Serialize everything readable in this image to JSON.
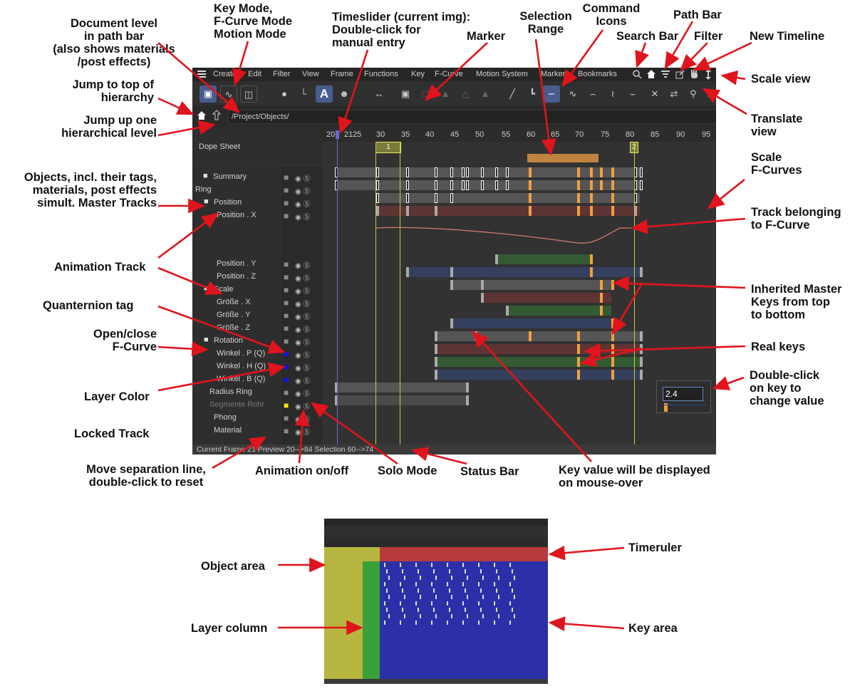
{
  "annotations": {
    "document_level": "Document level\nin path bar\n(also shows materials\n/post effects)",
    "key_mode": "Key Mode,\nF-Curve Mode\nMotion Mode",
    "timeslider": "Timeslider (current img):\nDouble-click for\nmanual entry",
    "marker": "Marker",
    "selection_range": "Selection\nRange",
    "command_icons": "Command\nIcons",
    "path_bar": "Path Bar",
    "search_bar": "Search Bar",
    "filter": "Filter",
    "new_timeline": "New Timeline",
    "scale_view": "Scale view",
    "translate_view": "Translate\nview",
    "scale_fcurves": "Scale\nF-Curves",
    "track_fcurve": "Track belonging\nto F-Curve",
    "inherited_master": "Inherited Master\nKeys from top\nto bottom",
    "real_keys": "Real keys",
    "double_click_key": "Double-click\non key to\nchange value",
    "jump_top": "Jump to top of\nhierarchy",
    "jump_up": "Jump up one\nhierarchical level",
    "objects_tags": "Objects, incl. their tags,\nmaterials, post effects\nsimult. Master Tracks",
    "animation_track": "Animation Track",
    "quaternion_tag": "Quanternion tag",
    "open_close_fcurve": "Open/close\nF-Curve",
    "layer_color": "Layer Color",
    "locked_track": "Locked Track",
    "move_separation": "Move separation line,\ndouble-click to reset",
    "animation_onoff": "Animation on/off",
    "solo_mode": "Solo Mode",
    "status_bar": "Status Bar",
    "key_value_mouseover": "Key value will be displayed\non mouse-over",
    "object_area": "Object area",
    "layer_column": "Layer column",
    "timeruler": "Timeruler",
    "key_area": "Key area"
  },
  "menu": [
    "Create",
    "Edit",
    "Filter",
    "View",
    "Frame",
    "Functions",
    "Key",
    "F-Curve",
    "Motion System",
    "Marker",
    "Bookmarks"
  ],
  "path": "/Project/Objects/",
  "dope_sheet_label": "Dope Sheet",
  "ruler_ticks": [
    "20",
    "21",
    "25",
    "30",
    "35",
    "40",
    "45",
    "50",
    "55",
    "60",
    "65",
    "70",
    "75",
    "80",
    "85",
    "90",
    "95"
  ],
  "marker_labels": [
    "1",
    "2"
  ],
  "tracks": [
    {
      "label": "Summary",
      "folder": true
    },
    {
      "label": "Ring",
      "folder": false
    },
    {
      "label": "Position",
      "folder": true
    },
    {
      "label": "Position . X",
      "folder": false
    },
    {
      "label": "Position . Y",
      "folder": false
    },
    {
      "label": "Position . Z",
      "folder": false
    },
    {
      "label": "Scale",
      "folder": true
    },
    {
      "label": "Größe . X",
      "folder": false
    },
    {
      "label": "Größe . Y",
      "folder": false
    },
    {
      "label": "Größe . Z",
      "folder": false
    },
    {
      "label": "Rotation",
      "folder": true
    },
    {
      "label": "Winkel . P  (Q)",
      "folder": false
    },
    {
      "label": "Winkel . H  (Q)",
      "folder": false
    },
    {
      "label": "Winkel . B  (Q)",
      "folder": false
    },
    {
      "label": "Radius Ring",
      "folder": false
    },
    {
      "label": "Segmente Rohr",
      "folder": false
    },
    {
      "label": "Phong",
      "folder": false
    },
    {
      "label": "Material",
      "folder": false
    }
  ],
  "status": "Current Frame  21  Preview  20-->84   Selection 60-->74",
  "key_value_popup": "2.4",
  "colors": {
    "accent": "#4a5c8e",
    "arrow": "#e0141c",
    "selection": "#c08440",
    "layer_blue": "#1010f0",
    "layer_yellow": "#f5e600"
  }
}
